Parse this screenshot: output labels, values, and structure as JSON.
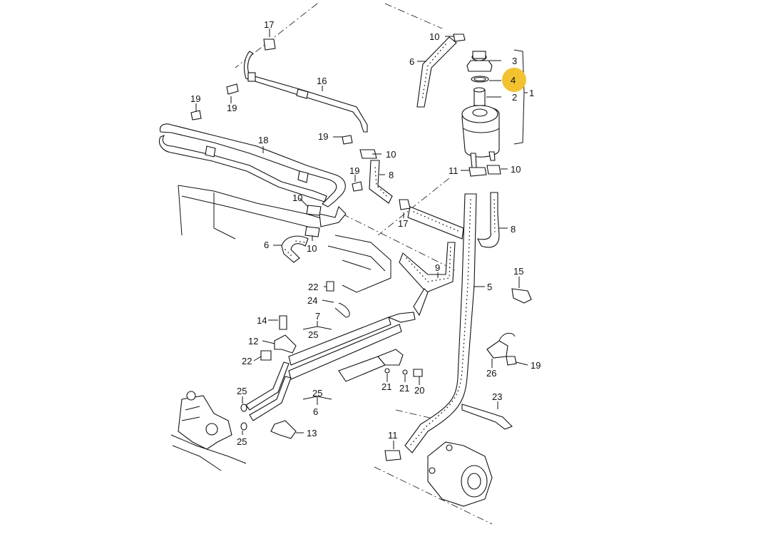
{
  "colors": {
    "highlight": "#f2c230",
    "line": "#111111",
    "background": "#ffffff"
  },
  "highlighted_callout": "4",
  "callouts": {
    "c1": "1",
    "c2": "2",
    "c3": "3",
    "c4": "4",
    "c5": "5",
    "c6a": "6",
    "c6b": "6",
    "c6c": "6",
    "c7": "7",
    "c8a": "8",
    "c8b": "8",
    "c9": "9",
    "c10a": "10",
    "c10b": "10",
    "c10c": "10",
    "c10d": "10",
    "c10e": "10",
    "c11a": "11",
    "c11b": "11",
    "c12": "12",
    "c13": "13",
    "c14": "14",
    "c15": "15",
    "c16": "16",
    "c17a": "17",
    "c17b": "17",
    "c18": "18",
    "c19a": "19",
    "c19b": "19",
    "c19c": "19",
    "c19d": "19",
    "c19e": "19",
    "c20": "20",
    "c21a": "21",
    "c21b": "21",
    "c22a": "22",
    "c22b": "22",
    "c23": "23",
    "c24": "24",
    "c25a": "25",
    "c25b": "25",
    "c25c": "25",
    "c25d": "25",
    "c26": "26"
  }
}
